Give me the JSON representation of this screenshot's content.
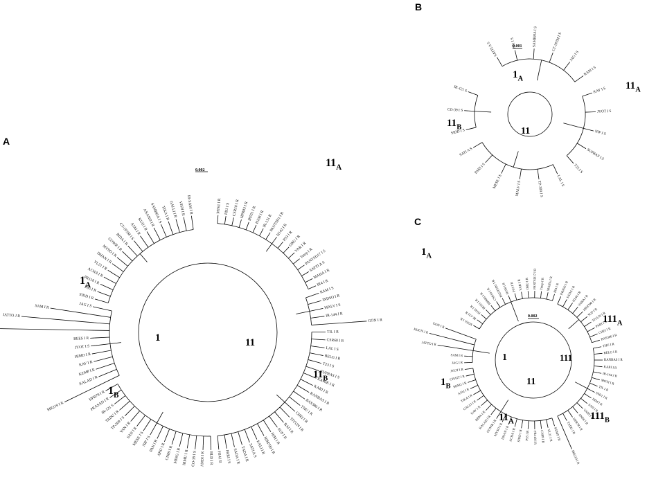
{
  "figure": {
    "panels": [
      {
        "label": "A",
        "scale_bar": "0.002",
        "clades": [
          {
            "main": "11",
            "sub": "A"
          },
          {
            "main": "1",
            "sub": "A"
          },
          {
            "main": "1",
            "sub": ""
          },
          {
            "main": "11",
            "sub": ""
          },
          {
            "main": "11",
            "sub": "B"
          },
          {
            "main": "1",
            "sub": "B"
          }
        ],
        "taxa": [
          "MT61 I R",
          "PB1 I S",
          "CSR10 I R",
          "HPR83 I R",
          "IR551 I R",
          "H108 I R",
          "IR-131 R",
          "PANTSD1 I R",
          "H142 I R",
          "PS3 I R",
          "ORU I R",
          "VAR I R",
          "Tetep I R",
          "PANTSD17 I S",
          "SATTI A S",
          "MAHA I R",
          "IR4 I R",
          "RAM I S",
          "INDSO I R",
          "MALV I S",
          "IR-144 J R",
          "GON I R",
          "TIL I R",
          "CSR60 I R",
          "LAL I S",
          "BELG I R",
          "T23 I S",
          "SUPBAS I S",
          "KARIK I R",
          "KARI I R",
          "RANBAS I R",
          "BAS386 I R",
          "THU I R",
          "CHEI I R",
          "TIYUN I R",
          "BAI I R",
          "SUP I R",
          "HIM I R",
          "HIM790 I R",
          "KALI I R",
          "SATI A S",
          "TADA I R",
          "SADA I R",
          "PARI I S",
          "H141 R",
          "BLD I R",
          "ANDI I R",
          "CO-39 I S",
          "IRMU I R",
          "MING I R",
          "CN89 I R",
          "ARU I R",
          "PAN I R",
          "NIP J S",
          "MESE J S",
          "SAN I R",
          "VAN I R",
          "TP-309 J S",
          "TADU I R",
          "IR-121 S",
          "PRASAD I R",
          "HPR78 I R",
          "MR219 I R",
          "KALAD I R",
          "KEMP I R",
          "KAV I R",
          "HIMD I R",
          "JYOT I S",
          "BEES I R",
          "KIJUN J R",
          "JATTO J R",
          "SAM I R",
          "JAG I S",
          "SIDD I R",
          "PS5 I R",
          "PR118 I R",
          "ACHA I R",
          "VL21 I R",
          "DHAN I R",
          "MYSO I R",
          "GOWR I R",
          "BIDA I R",
          "CT-1P3M I S",
          "AJAI I R",
          "KUIJ I R",
          "ANAND I R",
          "SAMBHA I S",
          "TIKA I R",
          "GALLI I R",
          "VISH I R",
          "IR-SAM I R"
        ]
      },
      {
        "label": "B",
        "scale_bar": "0.001",
        "clades": [
          {
            "main": "1",
            "sub": "A"
          },
          {
            "main": "11",
            "sub": "A"
          },
          {
            "main": "11",
            "sub": "B"
          },
          {
            "main": "11",
            "sub": ""
          }
        ],
        "taxa": [
          "SATTI A S",
          "PB1 I S",
          "SAMBHA I S",
          "CT-1P3M I S",
          "JAG I S",
          "RAM I S",
          "KAV I S",
          "JYOT I S",
          "NIP J S",
          "SUPBAS I S",
          "T23 I S",
          "LAL I S",
          "TP-309 J S",
          "MALV I S",
          "MESE J S",
          "PARI I S",
          "SATI A S",
          "SIDD I S",
          "CO-39 I S",
          "IR-121 S"
        ]
      },
      {
        "label": "C",
        "scale_bar": "0.002",
        "clades": [
          {
            "main": "1",
            "sub": "A"
          },
          {
            "main": "111",
            "sub": "A"
          },
          {
            "main": "1",
            "sub": ""
          },
          {
            "main": "111",
            "sub": ""
          },
          {
            "main": "1",
            "sub": "B"
          },
          {
            "main": "11",
            "sub": ""
          },
          {
            "main": "11",
            "sub": "A"
          },
          {
            "main": "111",
            "sub": "B"
          }
        ],
        "taxa": [
          "MT61 I R",
          "IR-131 R",
          "H142 I R",
          "IR551 I R",
          "HPR83 I R",
          "CSR10 I R",
          "PANTSD1 I R",
          "H108 I R",
          "PS3 I R",
          "VAR I R",
          "ORU I R",
          "PANTSD17 I R",
          "Tetep I R",
          "MAHA I R",
          "IR4 I R",
          "INDSO I R",
          "SADA I R",
          "H144 I R",
          "VARA I R",
          "HIM790 I R",
          "SUP I R",
          "TIYUN I R",
          "PARI I R",
          "CHEI I R",
          "BAS386 I R",
          "THU I R",
          "BELG I R",
          "RANBAS I R",
          "KARI I R",
          "IR-144 J R",
          "MOTI I R",
          "TIL I R",
          "IND1 I R",
          "HIM I R",
          "SAN I R",
          "VANI I R",
          "ANDI I R",
          "HPR78 I R",
          "TADU I R",
          "MR219 I R",
          "KEMP I R",
          "VL21 I R",
          "CN89 I R",
          "PR118 I R",
          "PS5 I R",
          "SIDD I R",
          "ACHA I R",
          "DHAN I R",
          "MYSO I R",
          "GOWR I R",
          "KALAD I R",
          "BIDA I R",
          "KAV I R",
          "GALLI I R",
          "TIKA I R",
          "AJAI I R",
          "MING I R",
          "CHAIT I R",
          "JYOT I R",
          "JAG I R",
          "SAM I R",
          "JATTO I R",
          "KIJUN J R",
          "GON I R"
        ]
      }
    ]
  }
}
